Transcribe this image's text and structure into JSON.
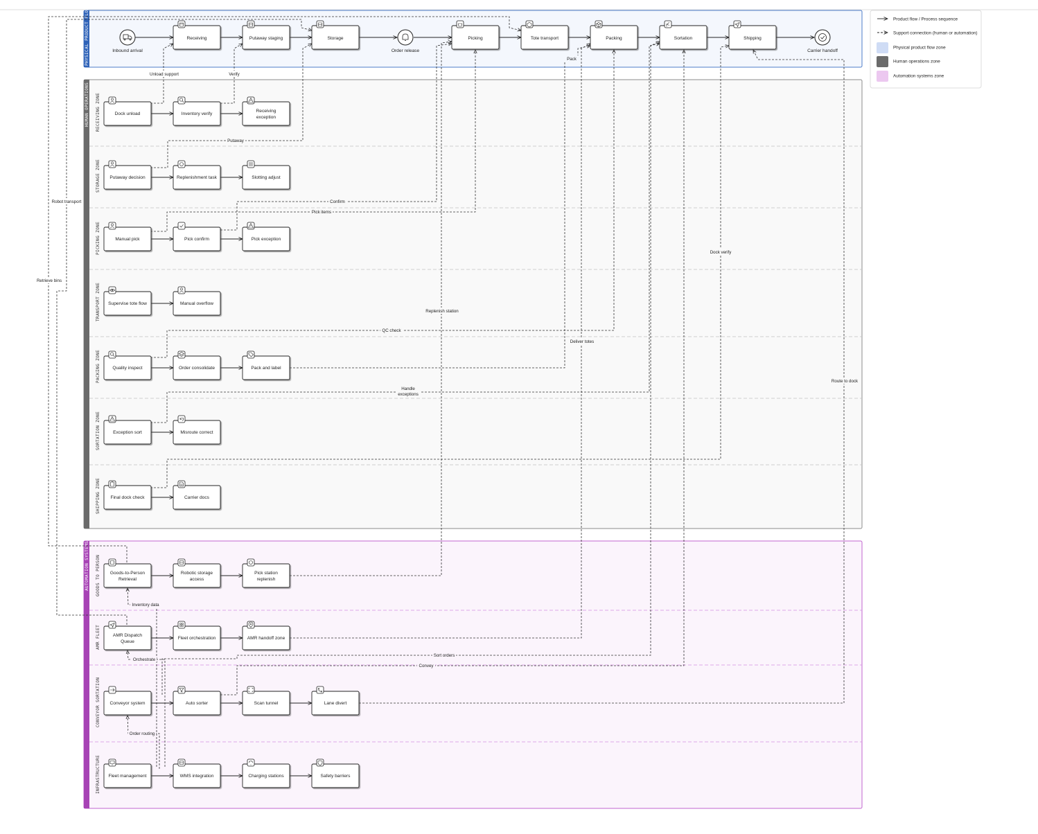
{
  "zones": {
    "physical": "PHYSICAL PRODUCT FLOW",
    "human": "HUMAN OPERATIONS",
    "automation": "AUTOMATION SYSTEMS"
  },
  "lanes": {
    "receiving": "RECEIVING ZONE",
    "storage": "STORAGE ZONE",
    "picking": "PICKING ZONE",
    "transport": "TRANSPORT ZONE",
    "packing": "PACKING ZONE",
    "sortation": "SORTATION ZONE",
    "shipping": "SHIPPING ZONE",
    "gtp": "GOODS TO PERSON",
    "amr": "AMR FLEET",
    "conveyor": "CONVEYOR SORTATION",
    "infra": "INFRASTRUCTURE"
  },
  "nodes": {
    "inbound": "Inbound arrival",
    "receiving": "Receiving",
    "putaway_staging": "Putaway staging",
    "storage": "Storage",
    "order_release": "Order release",
    "picking": "Picking",
    "tote_transport": "Tote transport",
    "packing": "Packing",
    "sortation": "Sortation",
    "shipping": "Shipping",
    "carrier_handoff": "Carrier handoff",
    "dock_unload": "Dock unload",
    "inventory_verify": "Inventory verify",
    "receiving_exception_1": "Receiving",
    "receiving_exception_2": "exception",
    "putaway_decision": "Putaway decision",
    "replenishment_task": "Replenishment task",
    "slotting_adjust": "Slotting adjust",
    "manual_pick": "Manual pick",
    "pick_confirm": "Pick confirm",
    "pick_exception": "Pick exception",
    "supervise_tote": "Supervise tote flow",
    "manual_overflow": "Manual overflow",
    "quality_inspect": "Quality inspect",
    "order_consolidate": "Order consolidate",
    "pack_and_label": "Pack and label",
    "exception_sort": "Exception sort",
    "misroute_correct": "Misroute correct",
    "final_dock_check": "Final dock check",
    "carrier_docs": "Carrier docs",
    "gtp_retrieval_1": "Goods-to-Person",
    "gtp_retrieval_2": "Retrieval",
    "robotic_storage_1": "Robotic storage",
    "robotic_storage_2": "access",
    "pick_station_1": "Pick station",
    "pick_station_2": "replenish",
    "amr_dispatch_1": "AMR Dispatch",
    "amr_dispatch_2": "Queue",
    "fleet_orchestration": "Fleet orchestration",
    "amr_handoff": "AMR handoff zone",
    "conveyor_system": "Conveyor system",
    "auto_sorter": "Auto sorter",
    "scan_tunnel": "Scan tunnel",
    "lane_divert": "Lane divert",
    "fleet_management": "Fleet management",
    "wms_integration": "WMS integration",
    "charging_stations": "Charging stations",
    "safety_barriers": "Safety barriers"
  },
  "edge_labels": {
    "unload_support": "Unload support",
    "verify": "Verify",
    "putaway": "Putaway",
    "confirm": "Confirm",
    "pick_items": "Pick items",
    "robot_transport": "Robot transport",
    "retrieve_bins": "Retrieve bins",
    "replenish_station": "Replenish station",
    "qc_check": "QC check",
    "deliver_totes": "Deliver totes",
    "pack": "Pack",
    "dock_verify": "Dock verify",
    "handle_exceptions_1": "Handle",
    "handle_exceptions_2": "exceptions",
    "route_to_dock": "Route to dock",
    "inventory_data": "Inventory data",
    "orchestrate": "Orchestrate",
    "sort_orders": "Sort orders",
    "convey": "Convey",
    "order_routing": "Order routing"
  },
  "legend": {
    "solid": "Product flow / Process sequence",
    "dashed": "Support connection (human or automation)",
    "physical_zone": "Physical product flow zone",
    "human_zone": "Human operations zone",
    "automation_zone": "Automation systems zone"
  },
  "colors": {
    "physical_fill": "#f4f7fd",
    "physical_border": "#4d7cc9",
    "human_fill": "#f9f9f9",
    "human_border": "#8c8c8c",
    "human_band": "#6b6b6b",
    "automation_fill": "#fbf4fc",
    "automation_border": "#c164cf",
    "automation_band": "#a743b5"
  }
}
